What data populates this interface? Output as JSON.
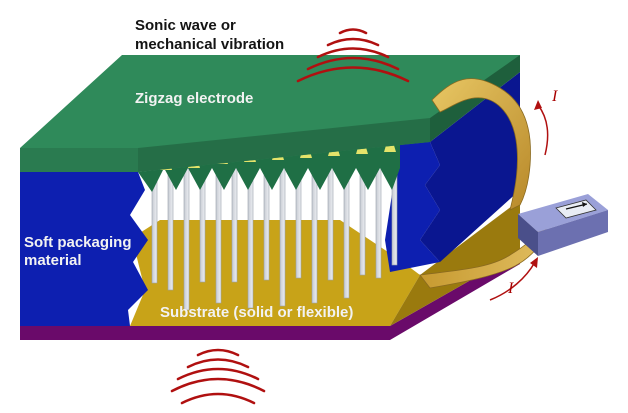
{
  "labels": {
    "wave_line1": "Sonic wave or",
    "wave_line2": "mechanical vibration",
    "electrode": "Zigzag electrode",
    "packaging_line1": "Soft packaging",
    "packaging_line2": "material",
    "substrate": "Substrate (solid or flexible)",
    "current_top": "I",
    "current_bottom": "I"
  },
  "colors": {
    "electrode": "#2f8a5a",
    "packaging": "#0d1fb0",
    "substrate": "#c8a318",
    "base": "#6a0a6a",
    "wire": "#d9b24a",
    "wave": "#b01010",
    "meter": "#7b7fb8"
  },
  "icons": [
    "sound-wave-icon",
    "ammeter-icon",
    "current-arrow-icon"
  ]
}
